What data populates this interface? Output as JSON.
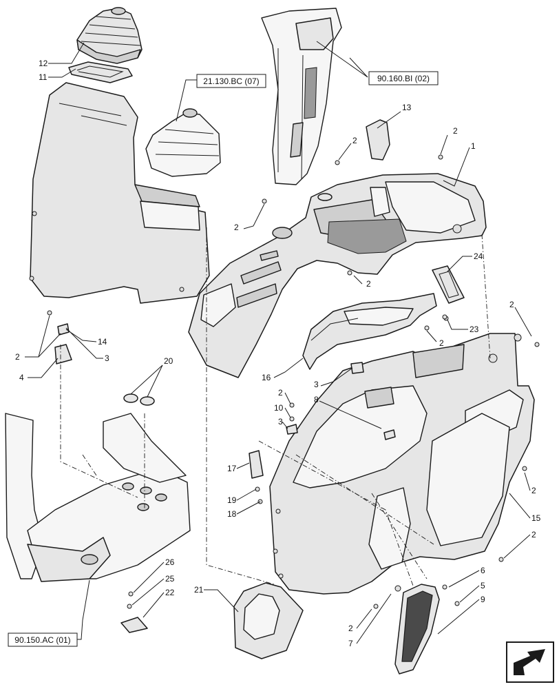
{
  "references": [
    {
      "id": "ref-21130bc",
      "label": "21.130.BC (07)"
    },
    {
      "id": "ref-90160bi",
      "label": "90.160.BI (02)"
    },
    {
      "id": "ref-90150ac",
      "label": "90.150.AC (01)"
    }
  ],
  "callouts": [
    {
      "id": "c12",
      "text": "12"
    },
    {
      "id": "c11",
      "text": "11"
    },
    {
      "id": "c13",
      "text": "13"
    },
    {
      "id": "c2a",
      "text": "2"
    },
    {
      "id": "c2b",
      "text": "2"
    },
    {
      "id": "c1",
      "text": "1"
    },
    {
      "id": "c2c",
      "text": "2"
    },
    {
      "id": "c2d",
      "text": "2"
    },
    {
      "id": "c24",
      "text": "24"
    },
    {
      "id": "c2e",
      "text": "2"
    },
    {
      "id": "c23",
      "text": "23"
    },
    {
      "id": "c2f",
      "text": "2"
    },
    {
      "id": "c2g",
      "text": "2"
    },
    {
      "id": "c14",
      "text": "14"
    },
    {
      "id": "c3a",
      "text": "3"
    },
    {
      "id": "c4",
      "text": "4"
    },
    {
      "id": "c20",
      "text": "20"
    },
    {
      "id": "c16",
      "text": "16"
    },
    {
      "id": "c3b",
      "text": "3"
    },
    {
      "id": "c2h",
      "text": "2"
    },
    {
      "id": "c10",
      "text": "10"
    },
    {
      "id": "c8",
      "text": "8"
    },
    {
      "id": "c3c",
      "text": "3"
    },
    {
      "id": "c17",
      "text": "17"
    },
    {
      "id": "c19",
      "text": "19"
    },
    {
      "id": "c18",
      "text": "18"
    },
    {
      "id": "c2i",
      "text": "2"
    },
    {
      "id": "c15",
      "text": "15"
    },
    {
      "id": "c2j",
      "text": "2"
    },
    {
      "id": "c6",
      "text": "6"
    },
    {
      "id": "c5",
      "text": "5"
    },
    {
      "id": "c9",
      "text": "9"
    },
    {
      "id": "c26",
      "text": "26"
    },
    {
      "id": "c25",
      "text": "25"
    },
    {
      "id": "c22",
      "text": "22"
    },
    {
      "id": "c21",
      "text": "21"
    },
    {
      "id": "c2k",
      "text": "2"
    },
    {
      "id": "c7",
      "text": "7"
    }
  ]
}
